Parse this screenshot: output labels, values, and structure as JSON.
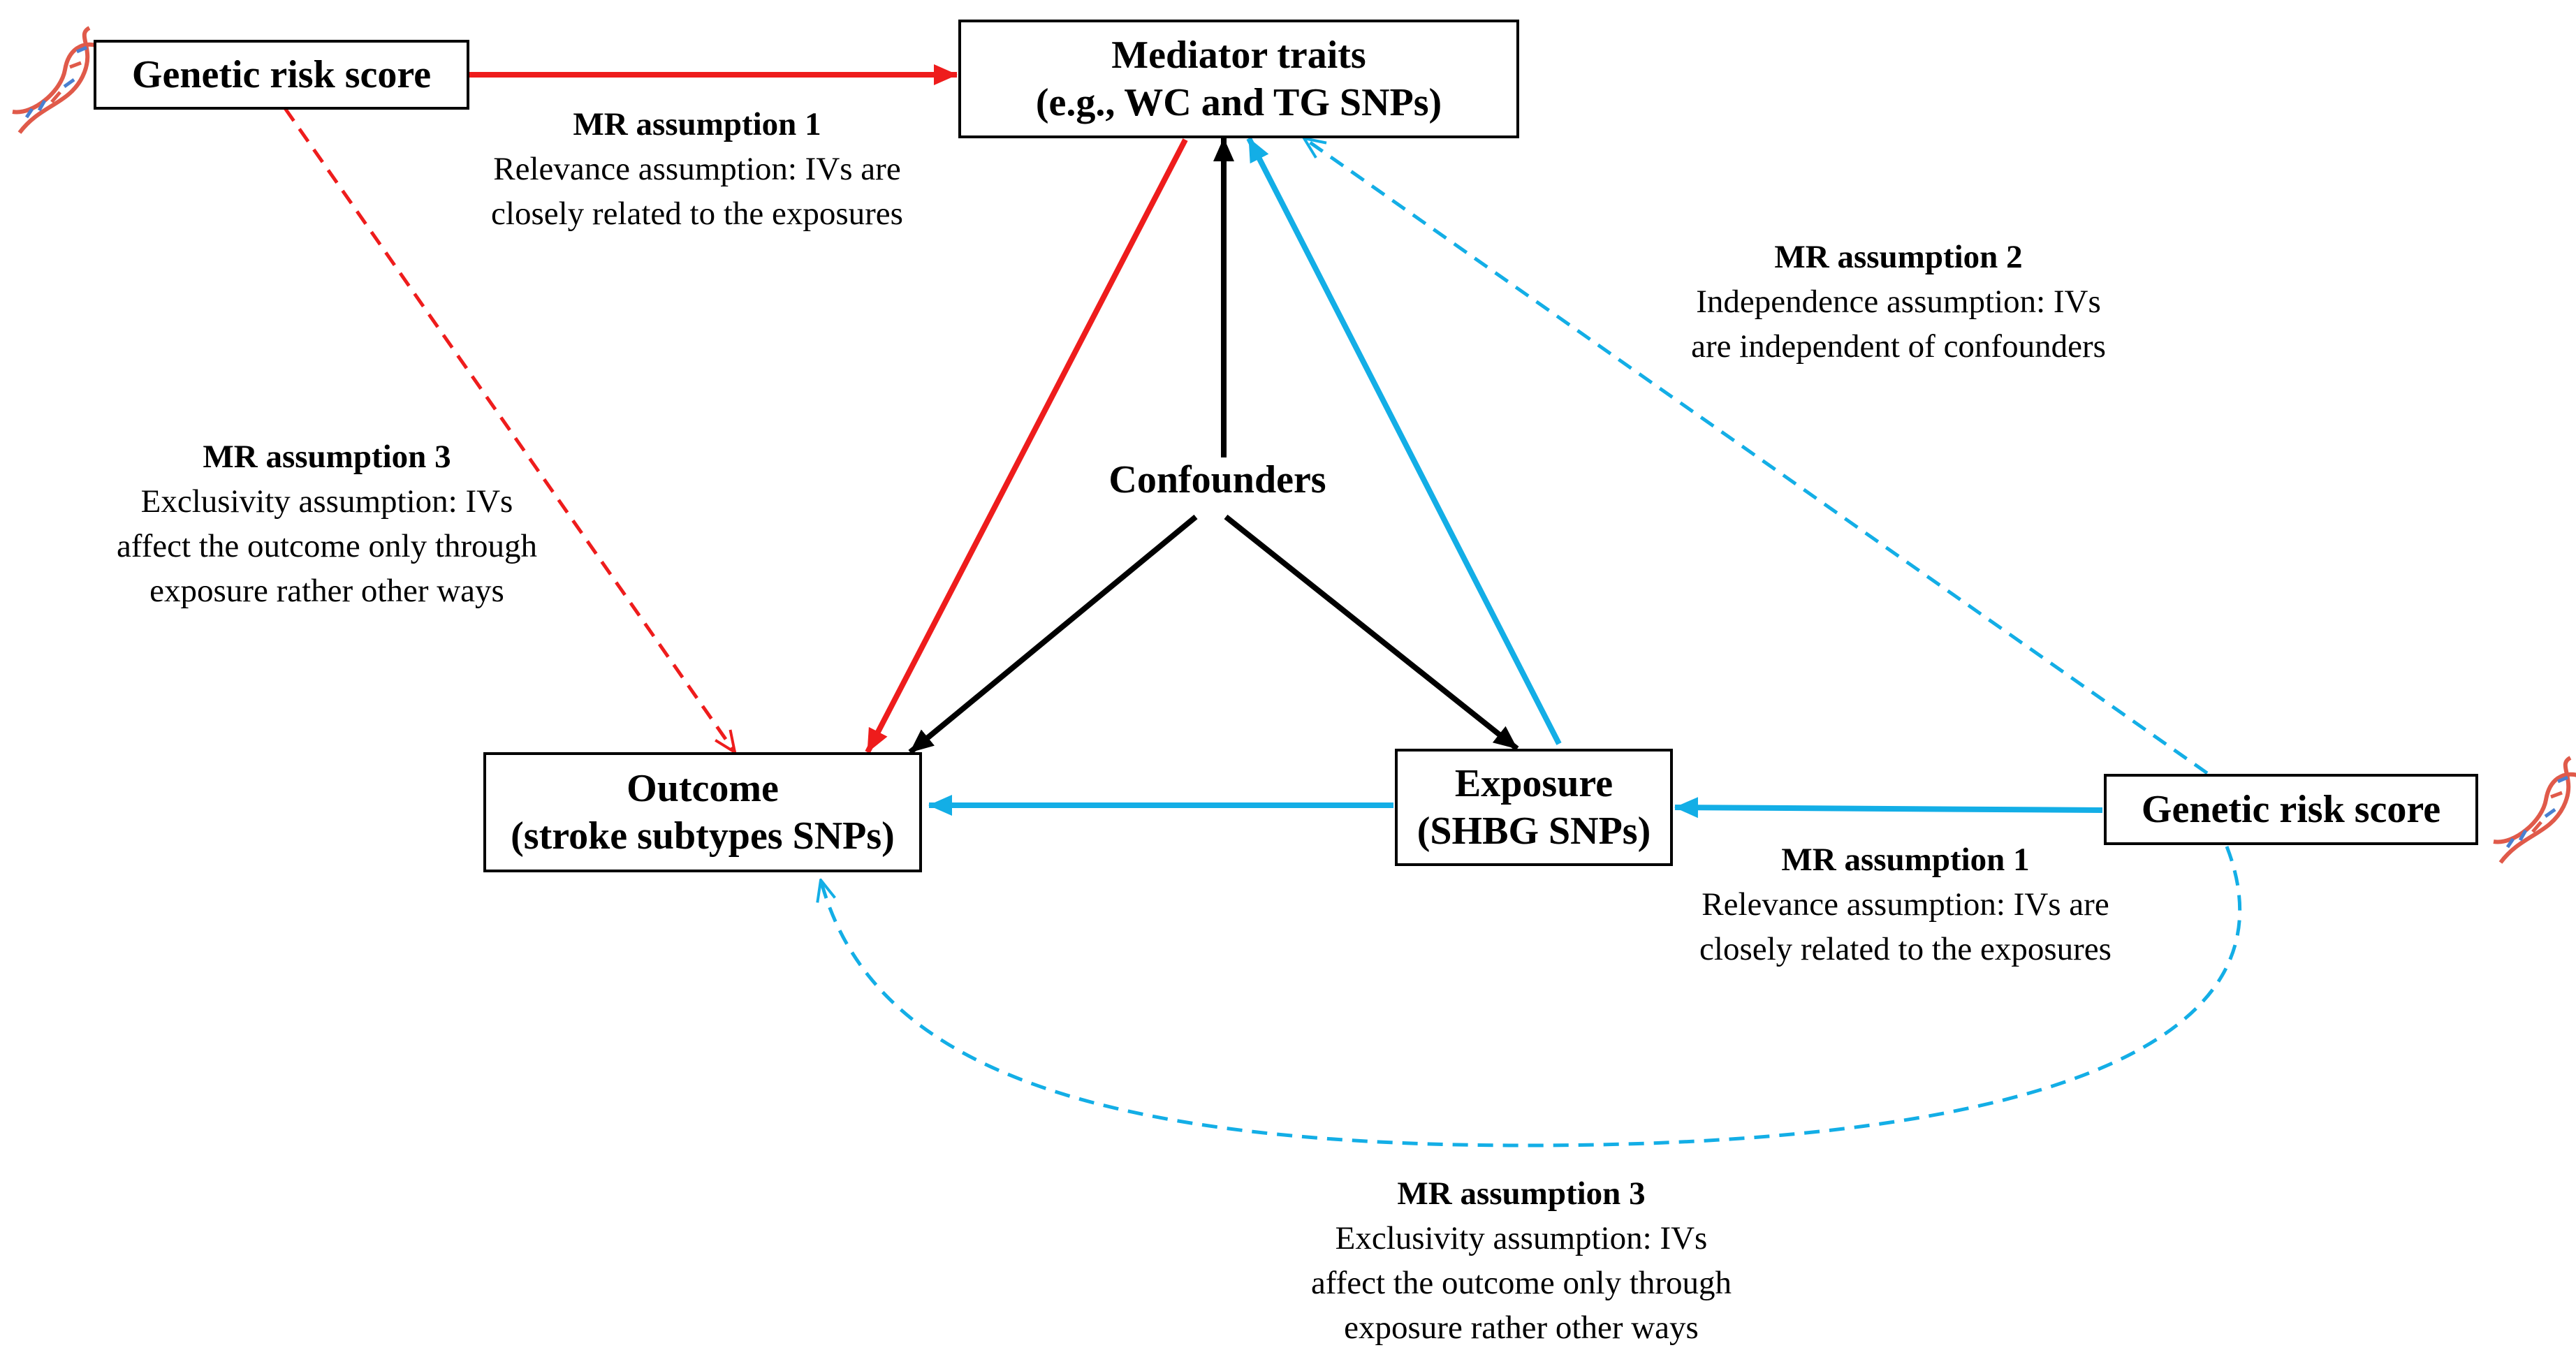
{
  "boxes": {
    "grs_left": "Genetic risk score",
    "grs_right": "Genetic risk score",
    "mediator": [
      "Mediator traits",
      "(e.g., WC and TG SNPs)"
    ],
    "outcome": [
      "Outcome",
      "(stroke subtypes SNPs)"
    ],
    "exposure": [
      "Exposure",
      "(SHBG SNPs)"
    ]
  },
  "confounders": "Confounders",
  "labels": {
    "top_a1": {
      "heading": "MR assumption 1",
      "lines": [
        "Relevance assumption: IVs are",
        "closely related to the exposures"
      ]
    },
    "right_a2": {
      "heading": "MR assumption 2",
      "lines": [
        "Independence assumption: IVs",
        "are independent of confounders"
      ]
    },
    "left_a3": {
      "heading": "MR assumption 3",
      "lines": [
        "Exclusivity assumption: IVs",
        "affect the outcome only through",
        "exposure rather other ways"
      ]
    },
    "right_a1": {
      "heading": "MR assumption 1",
      "lines": [
        "Relevance assumption: IVs are",
        "closely related to the exposures"
      ]
    },
    "bottom_a3": {
      "heading": "MR assumption 3",
      "lines": [
        "Exclusivity assumption: IVs",
        "affect the outcome only through",
        "exposure rather other ways"
      ]
    }
  },
  "icons": {
    "left": "dna-icon",
    "right": "dna-icon"
  },
  "colors": {
    "red": "#ee1c1c",
    "blue": "#13aee6",
    "black": "#000000"
  }
}
